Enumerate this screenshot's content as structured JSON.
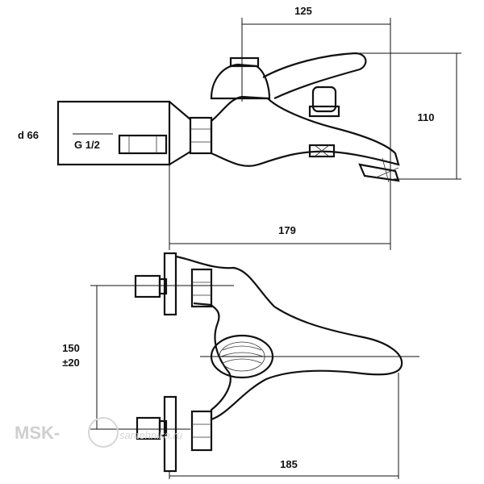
{
  "dimensions": {
    "width_top": "125",
    "height_right": "110",
    "length_bottom_top": "179",
    "diameter": "d 66",
    "thread": "G 1/2",
    "spacing": "150",
    "spacing_tolerance": "±20",
    "length_bottom": "185"
  },
  "watermark": {
    "brand": "MSK-",
    "site": "santehnika.ru"
  }
}
